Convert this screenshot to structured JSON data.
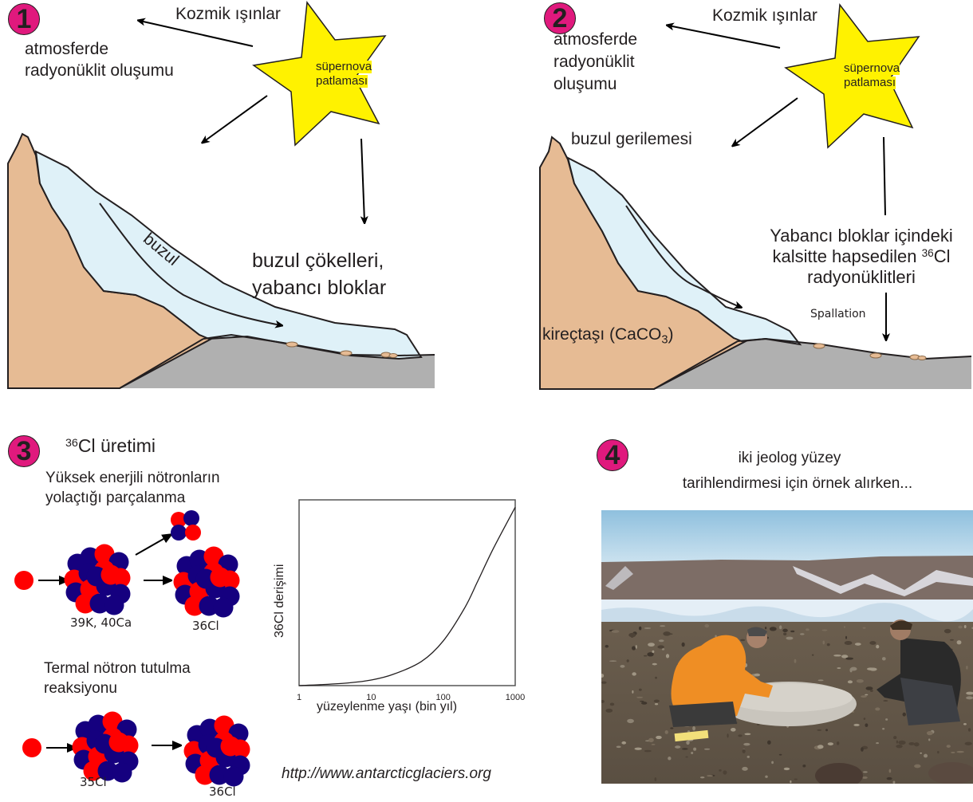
{
  "panel1": {
    "badge": "1",
    "cosmic_rays": "Kozmik ışınlar",
    "atmos_line1": "atmosferde",
    "atmos_line2": "radyonüklit oluşumu",
    "supernova_line1": "süpernova",
    "supernova_line2": "patlaması",
    "glacier_label": "buzul",
    "deposits_line1": "buzul çökelleri,",
    "deposits_line2": "yabancı bloklar"
  },
  "panel2": {
    "badge": "2",
    "cosmic_rays": "Kozmik ışınlar",
    "atmos_line1": "atmosferde",
    "atmos_line2": "radyonüklit",
    "atmos_line3": "oluşumu",
    "supernova_line1": "süpernova",
    "supernova_line2": "patlaması",
    "retreat_label": "buzul gerilemesi",
    "trapped_line1": "Yabancı bloklar içindeki",
    "trapped_line2_pre": "kalsitte hapsedilen ",
    "trapped_line2_sup": "36",
    "trapped_line2_post": "Cl",
    "trapped_line3": "radyonüklitleri",
    "spallation": "Spallation",
    "limestone_pre": "kireçtaşı (CaCO",
    "limestone_sub": "3",
    "limestone_post": ")"
  },
  "panel3": {
    "badge": "3",
    "title_sup": "36",
    "title_text": "Cl üretimi",
    "spallation_line1": "Yüksek enerjili nötronların",
    "spallation_line2": "yolaçtığı parçalanma",
    "target1": "39K, 40Ca",
    "product1": "36Cl",
    "capture_line1": "Termal nötron tutulma",
    "capture_line2": "reaksiyonu",
    "target2": "35Cl",
    "product2": "36Cl",
    "source_url": "http://www.antarcticglaciers.org",
    "colors": {
      "proton": "#ff0000",
      "neutron": "#15007f"
    }
  },
  "chart_data": {
    "type": "line",
    "title": "",
    "xlabel": "yüzeylenme yaşı (bin yıl)",
    "ylabel": "36Cl derişimi",
    "xscale": "log",
    "xlim": [
      1,
      1000
    ],
    "ylim": [
      0,
      1
    ],
    "x_ticks": [
      "1",
      "10",
      "100",
      "1000"
    ],
    "grid": false,
    "series": [
      {
        "name": "36Cl",
        "x": [
          1,
          2,
          5,
          10,
          20,
          50,
          100,
          200,
          300,
          500,
          1000
        ],
        "y": [
          0.0,
          0.005,
          0.015,
          0.03,
          0.06,
          0.13,
          0.24,
          0.42,
          0.56,
          0.74,
          0.96
        ]
      }
    ]
  },
  "panel4": {
    "badge": "4",
    "caption_line1": "iki jeolog yüzey",
    "caption_line2": "tarihlendirmesi için örnek alırken..."
  },
  "colors": {
    "badge": "#e0197d",
    "star": "#fff200",
    "rock": "#e6bb94",
    "ice": "#dff1f8",
    "ground": "#b0b0b0"
  }
}
